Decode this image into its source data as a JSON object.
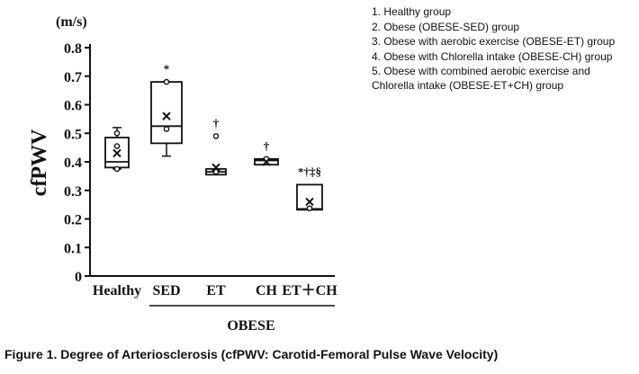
{
  "chart_data": {
    "type": "box",
    "unit_label": "(m/s)",
    "ylabel": "cfPWV",
    "ylim": [
      0,
      0.8
    ],
    "yticks": [
      "0",
      "0.1",
      "0.2",
      "0.3",
      "0.4",
      "0.5",
      "0.6",
      "0.7",
      "0.8"
    ],
    "group_label": "OBESE",
    "grid": false,
    "categories": [
      "Healthy",
      "SED",
      "ET",
      "CH",
      "ET＋CH"
    ],
    "boxes": [
      {
        "q1": 0.38,
        "median": 0.4,
        "q3": 0.485,
        "mean": 0.43,
        "whisker_low": 0.375,
        "whisker_high": 0.52,
        "points": [
          0.375,
          0.455,
          0.5
        ],
        "marker": ""
      },
      {
        "q1": 0.465,
        "median": 0.525,
        "q3": 0.68,
        "mean": 0.56,
        "whisker_low": 0.42,
        "whisker_high": 0.68,
        "points": [
          0.515,
          0.68
        ],
        "marker": "*"
      },
      {
        "q1": 0.355,
        "median": 0.365,
        "q3": 0.375,
        "mean": 0.38,
        "whisker_low": 0.355,
        "whisker_high": 0.375,
        "points": [
          0.365,
          0.49
        ],
        "marker": "†"
      },
      {
        "q1": 0.39,
        "median": 0.405,
        "q3": 0.41,
        "mean": 0.4,
        "whisker_low": 0.39,
        "whisker_high": 0.41,
        "points": [
          0.41
        ],
        "marker": "†"
      },
      {
        "q1": 0.232,
        "median": 0.235,
        "q3": 0.32,
        "mean": 0.26,
        "whisker_low": 0.232,
        "whisker_high": 0.32,
        "points": [
          0.237
        ],
        "marker": "*†‡§"
      }
    ]
  },
  "legend": [
    "1. Healthy group",
    "2. Obese (OBESE-SED) group",
    "3. Obese with aerobic exercise (OBESE-ET) group",
    "4. Obese with Chlorella intake (OBESE-CH) group",
    "5. Obese with combined aerobic exercise and Chlorella intake (OBESE-ET+CH) group"
  ],
  "caption": "Figure 1. Degree of Arteriosclerosis (cfPWV: Carotid-Femoral Pulse Wave Velocity)"
}
